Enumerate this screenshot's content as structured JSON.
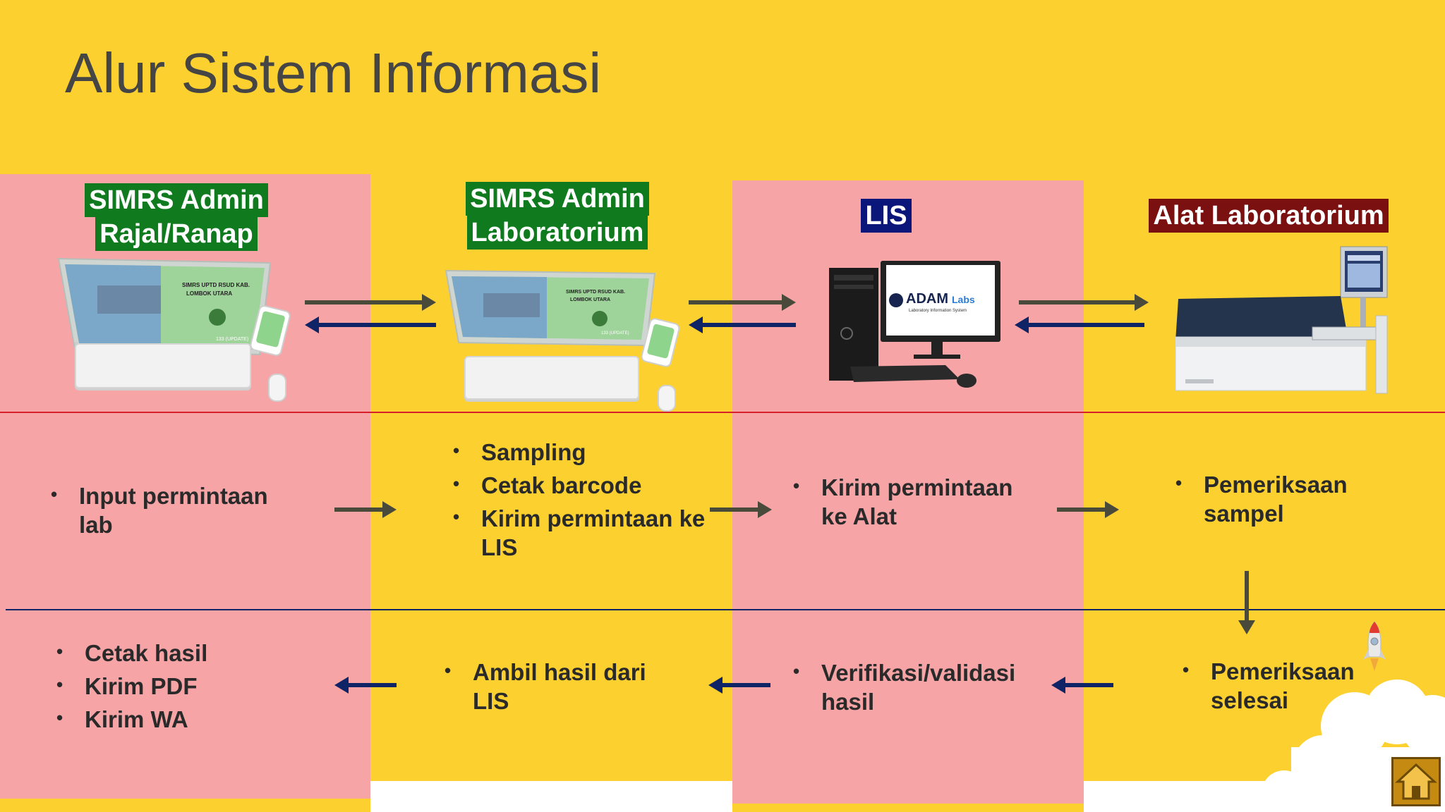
{
  "title": "Alur Sistem Informasi",
  "columns": [
    {
      "title_lines": [
        "SIMRS Admin",
        "Rajal/Ranap"
      ],
      "color": "#0f7a1e"
    },
    {
      "title_lines": [
        "SIMRS Admin",
        "Laboratorium"
      ],
      "color": "#0f7a1e"
    },
    {
      "title_lines": [
        "LIS"
      ],
      "color": "#0a167a"
    },
    {
      "title_lines": [
        "Alat Laboratorium"
      ],
      "color": "#7a1010"
    }
  ],
  "monitor_text": {
    "line1": "SIMRS UPTD RSUD KAB.",
    "line2": "LOMBOK UTARA",
    "footer": "133 (UPDATE)"
  },
  "lis_logo": {
    "name": "ADAM",
    "suffix": "Labs",
    "subtitle": "Laboratory Information System"
  },
  "row2": [
    [
      "Input permintaan lab"
    ],
    [
      "Sampling",
      "Cetak barcode",
      "Kirim permintaan ke LIS"
    ],
    [
      "Kirim permintaan ke Alat"
    ],
    [
      "Pemeriksaan sampel"
    ]
  ],
  "row3": [
    [
      "Cetak hasil",
      "Kirim PDF",
      "Kirim WA"
    ],
    [
      "Ambil hasil dari LIS"
    ],
    [
      "Verifikasi/validasi hasil"
    ],
    [
      "Pemeriksaan selesai"
    ]
  ],
  "colors": {
    "background": "#fcd02e",
    "pink": "#f6a4a6",
    "arrow_right": "#4a4a3a",
    "arrow_left": "#0f2466",
    "line_red": "#d61f2a",
    "line_blue": "#0f2466"
  },
  "icons": {
    "home": "home-icon",
    "rocket": "rocket-icon"
  }
}
